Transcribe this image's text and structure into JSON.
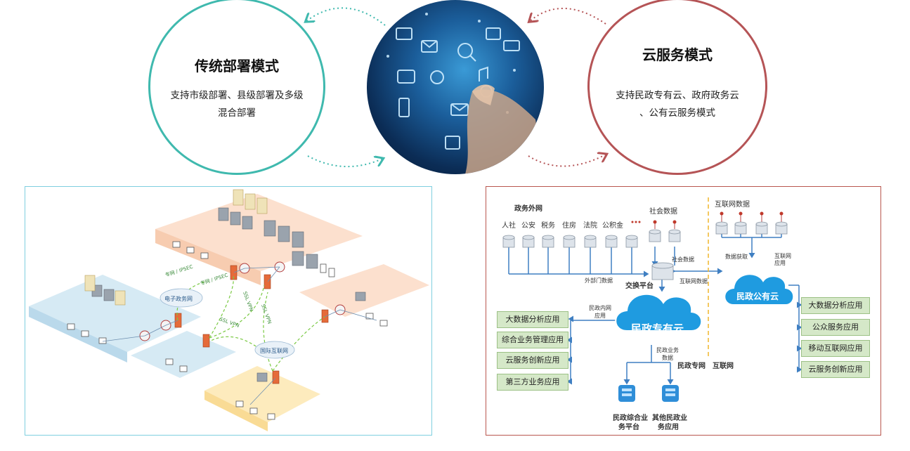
{
  "traditional": {
    "title": "传统部署模式",
    "desc_line1": "支持市级部署、县级部署及多级",
    "desc_line2": "混合部署"
  },
  "cloud": {
    "title": "云服务模式",
    "desc_line1": "支持民政专有云、政府政务云",
    "desc_line2": "、公有云服务模式"
  },
  "left_diagram": {
    "labels": {
      "vpn1": "专网 / IPSEC",
      "vpn2": "专网 / IPSEC",
      "egov": "电子政务网",
      "ssl1": "SSL VPN",
      "ssl2": "SSL VPN",
      "ssl3": "SSL VPN",
      "internet": "国际互联网"
    }
  },
  "right_diagram": {
    "gov_net": "政务外网",
    "agencies": [
      "人社",
      "公安",
      "税务",
      "住房",
      "法院",
      "公积金"
    ],
    "ellipsis": "……",
    "social_data": "社会数据",
    "internet_data": "互联网数据",
    "data_fetch": "数据获取",
    "internet_app": "互联网\n应用",
    "social_data_small": "社会数据",
    "external_data": "外部门数据",
    "exchange": "交换平台",
    "internet_data_small": "互联网数据",
    "private_cloud": "民政专有云",
    "public_cloud": "民政公有云",
    "intranet_app_1": "民政内网",
    "intranet_app_2": "应用",
    "biz_data_1": "民政业务",
    "biz_data_2": "数据",
    "private_net": "民政专网",
    "internet": "互联网",
    "left_apps": [
      "大数据分析应用",
      "综合业务管理应用",
      "云服务创新应用",
      "第三方业务应用"
    ],
    "right_apps": [
      "大数据分析应用",
      "公众服务应用",
      "移动互联网应用",
      "云服务创新应用"
    ],
    "platform1_1": "民政综合业",
    "platform1_2": "务平台",
    "platform2_1": "其他民政业",
    "platform2_2": "务应用"
  },
  "colors": {
    "teal": "#3fb9ae",
    "red": "#b55456",
    "cloud_blue": "#1f9be0",
    "app_green": "#d5e8c8"
  }
}
